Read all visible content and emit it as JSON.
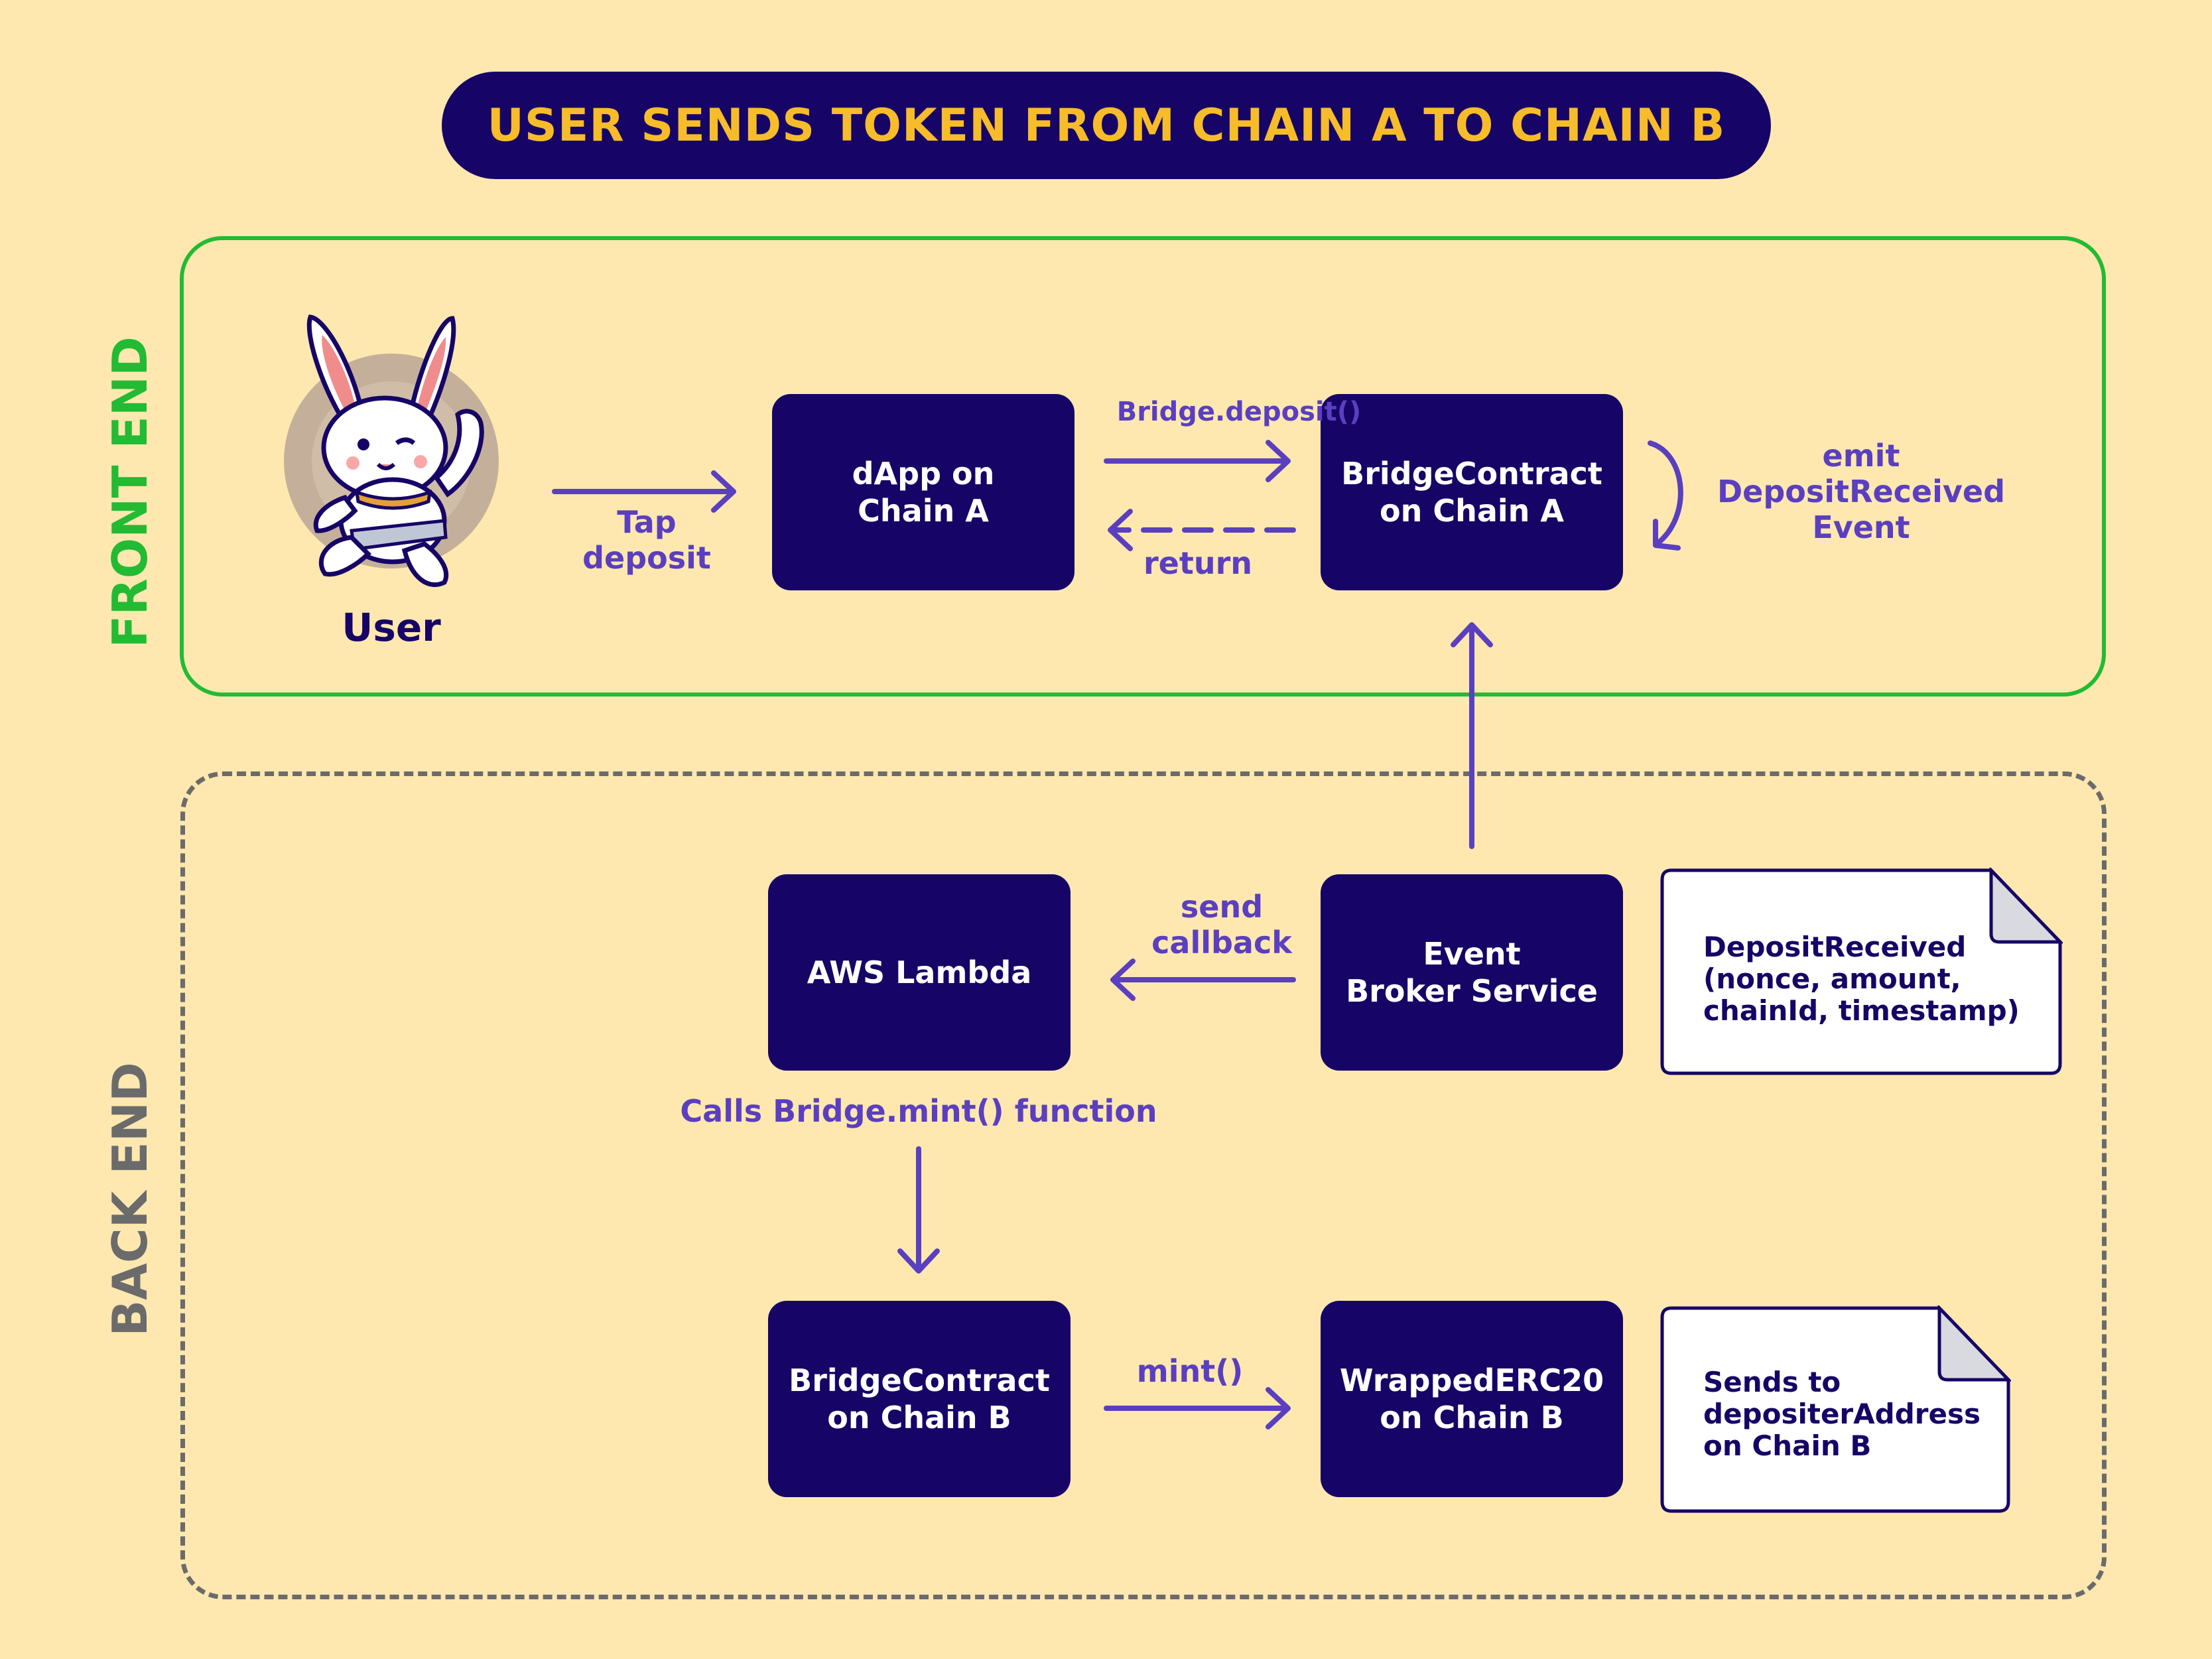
{
  "title": "USER SENDS TOKEN FROM CHAIN A TO CHAIN B",
  "sections": {
    "frontend": "FRONT END",
    "backend": "BACK END"
  },
  "user": {
    "label": "User",
    "avatar_icon": "rabbit-mascot-icon"
  },
  "nodes": {
    "dapp": "dApp on\nChain A",
    "bridge_a": "BridgeContract\non Chain A",
    "lambda": "AWS Lambda",
    "broker": "Event\nBroker Service",
    "bridge_b": "BridgeContract\non Chain B",
    "wrapped": "WrappedERC20\non Chain B"
  },
  "edges": {
    "tap": "Tap\ndeposit",
    "deposit": "Bridge.deposit()",
    "return": "return",
    "emit": "emit\nDepositReceived\nEvent",
    "send": "send\ncallback",
    "calls": "Calls Bridge.mint() function",
    "mint": "mint()"
  },
  "notes": {
    "event": "DepositReceived\n(nonce, amount,\nchainId, timestamp)",
    "sends": "Sends to\ndepositerAddress\non Chain B"
  },
  "colors": {
    "background": "#FEE8B0",
    "box": "#160566",
    "title_text": "#F7BC2A",
    "frontend": "#22BB33",
    "backend": "#6B6B6B",
    "arrow": "#5A3FC0"
  }
}
